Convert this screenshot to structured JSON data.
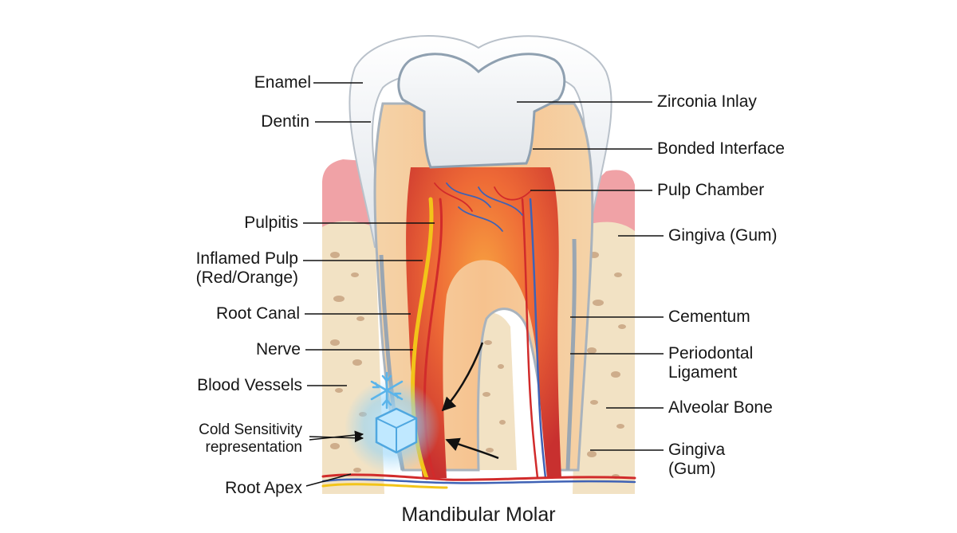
{
  "caption": "Mandibular Molar",
  "labels_left": {
    "enamel": "Enamel",
    "dentin": "Dentin",
    "pulpitis": "Pulpitis",
    "inflamed_pulp_1": "Inflamed Pulp",
    "inflamed_pulp_2": "(Red/Orange)",
    "root_canal": "Root Canal",
    "nerve": "Nerve",
    "blood_vessels": "Blood Vessels",
    "cold_sensitivity_1": "Cold Sensitivity",
    "cold_sensitivity_2": "representation",
    "root_apex": "Root Apex"
  },
  "labels_right": {
    "zirconia_inlay": "Zirconia Inlay",
    "bonded_interface": "Bonded Interface",
    "pulp_chamber": "Pulp Chamber",
    "gingiva_upper": "Gingiva (Gum)",
    "cementum": "Cementum",
    "periodontal_1": "Periodontal",
    "periodontal_2": "Ligament",
    "alveolar_bone": "Alveolar Bone",
    "gingiva_lower_1": "Gingiva",
    "gingiva_lower_2": "(Gum)"
  },
  "colors": {
    "enamel": "#f2f4f6",
    "dentin": "#f4c99a",
    "pulp": "#e0443a",
    "pulp_glow": "#f7873a",
    "gum": "#ef9ea2",
    "bone": "#f1e1c2",
    "bone_pore": "#c7a27e",
    "nerve": "#f2c419",
    "vein": "#3f62b5",
    "artery": "#d12b2b",
    "ice": "#4fb1ea",
    "leader": "#111111"
  },
  "icons": [
    "snowflake-icon",
    "ice-cube-icon"
  ]
}
